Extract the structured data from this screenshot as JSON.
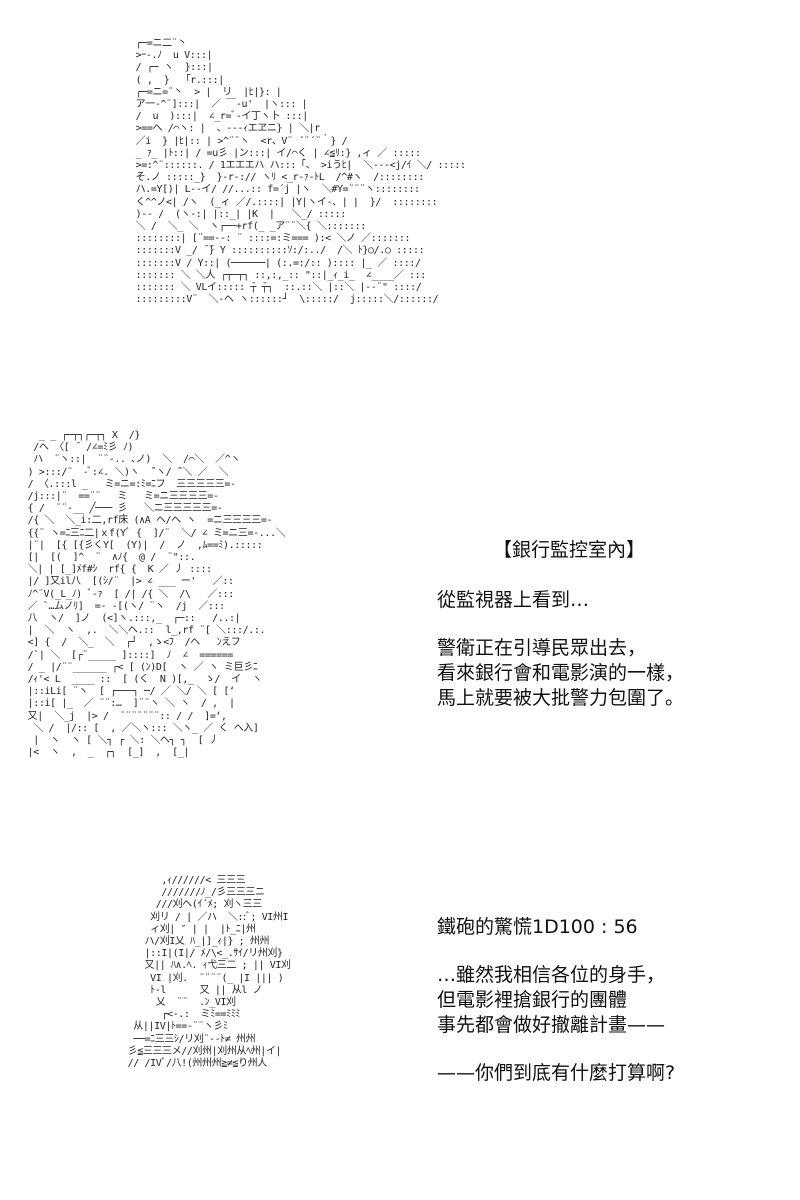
{
  "panel1": {
    "art": " ┌─=ニ二¨丶\n >ｰ-.ﾉ  u V:::|\n / ┌─ ヽ  }:::|\n ( ,  }  「r.:::|\n ┌─=ニ=¨丶  > |  リ  |ﾋ|}: |\n ア一-^¨]:::|  ／ ￣-u'  |ヽ::: |\n /  u  ):::|  ∠_r=ﾞ-イ丁ヽ卜 :::|\n >==へ /⌒ヽ: |  、---ｨエヱニ} | ＼|r\n ／i  } |ﾋ|:: | >^¨¨ヽ  <r、V¨ ´¨´¨｀} /\n _ ｧ_ |ﾄ::| / =u彡 |ン:::| イ/⌒く | ∠≦ﾘ:} ,ィ ／ :::::\n >=:^¨::::::. / 1エエエハ ハ:::「、 >iうﾋ|  ＼---<j/ｲ ＼/ :::::\n そ.ノ :::::_}  }-r-:// ヽﾘ <_r-ｧ-ﾄL  /^#ヽ  /::::::::\n ハ.=Y[)| L--イ/ //...:: f=´j |ヽ  ＼#Y=¨¨¨ヽ::::::::\n く^^ノ<| /ヽ  (_ィ ／/.::::| |Y|ヽイ-、| |  }/  ::::::::\n )-- /  (ヽ-:| |::_| |K  |   ＼_/ :::::\n ＼ /  ＼_ ＼  ヽ┌──+rf(_ _ア¨¨＼{ ＼:::::::\n ::::::::| [¨==--: ¨ ::::=:ミ=== ):< ＼ノ ／:::::::\n :::::::V _/ ̄ ̄} Y ::::::::::ｿ:/:../  /＼ ﾄ}○/.○ :::::\n :::::::V / Y::| (──────| (:.=:/:: ):::: |_ ／ ::::/\n ::::::: ＼ ＼人 ┌┬─┬┐ ::,:,_:: \"::|_ｨ_i_  ∠____／ :::\n ::::::: ＼ VLイ::::: ̄┬ ̄┬┐  ::.::＼ |::＼ |--¨\" ::::/\n :::::::::V¨  ＼-ヘ ヽ::::::┘  \\:::::/  j:::::＼/::::::/"
  },
  "panel2": {
    "art": "   _ _ ┌─┬┐┌─┬┐ X  /}\n  /ヘ 〈[ ̄  /∠=ﾐ彡 ﾉ)\n  ハ  ¨ヽ::|  ¨¨-.. ､ノ)  ＼  /⌒＼  ／^ヽ\n ) >:::/¨  -ﾞ:∠. ＼)ヽ  ̄¨ヽ/ ̄¨＼ ／  ＼\n / 〈.:::l _   ミ=ニ=:ﾐ=ﾆフ  三三三三三=-\n /j:::|¨  ==¨¨   ̄ミ   ミ=ニ三三三三=-\n { /  ¨¨-__ ╱─── 彡   ＼ニ三三三三三=-\n /{ ＼  ＼_i:二,rf床 (∧A ヘ/ヘ ヽ  =ニ三三三三=-\n {{¨ ヽ=ﾆ三ﾆ二|ｘf(Yﾞ {  ]/¨  ＼/ ∠ ミ=ニ三=-...＼\n |¨|  [{ [{彡くY[  (Y)|  /  ノ  ,ﾑ==ﾐ).:::::\n [|  [(  ]^  ¨  ∧ﾉ{  @ /  ¨\"::.\n ＼| | [_]ﾒf#ｼ  rf{ {  K ／ 丿 ::::\n |/ ]又il八  [(ｼ/¨  |> ∠ ___ ー'   ／::\n ﾉ^¨V(_L_ﾉ) ﾞ-ｧ  [ /| /{ ＼  /\\   ／:::\n ／ `…ムノﾘ]  =- -[(ヽ/ ¨ヽ  /j  ／:::\n 八  ヽ/  ]ノ  (<]ヽ.:::,_  ┌─::   /..:|\n |  ＼  ヽ  ,.  ＼＼ヘ.::  l_,rf ¨[ ＼:::/.:. \n <] {  /  ＼_  ＼  ┌┘  ,ゝ<ﾌ  /ヘ   ﾝえフ\n /`| ＼  [┌¨_____ ]::::]  ﾉ  ∠  ====== \n / _ |/¨¨______ ┌< [ (ﾝ)D[  ヽ ／ ヽ ミ巨彡ﾆ\n /ｨ'< L  ____ ::  [ (く  N )[,_  ゝ/  イ  ヽ\n |::iLi[ ¨ヽ  [ ┌───┐ ─/ ／ ＼/ ＼ [ [‘\n |::i[ |_  ／ ¨¨:…  ]¨¨ヽ ＼ ヽ  / ,  |\n 又|  ＼_j  |> /  ¨¨¨¨¨¨¨:: / /  ]=‘,\n  ＼ /  |/:: [  , ／＼ヽ::: ＼ヽ_ ／ く ヘ入]\n  |  ヽ  ヽ [ ＼┐ ┌ ＼: ＼ヘ┐ ┐  [ 丿\n |<  ヽ  ,  _  ┌┐  [_]  ,  [_|",
    "title": "【銀行監控室內】",
    "lines": [
      "從監視器上看到…",
      "",
      "警衛正在引導民眾出去，",
      "看來銀行會和電影演的一樣，",
      "馬上就要被大批警力包圍了。"
    ]
  },
  "panel3": {
    "art": "       ,ｨ//////< 三三三\n       ///////ﾉ_/彡三三三ニ\n      ///刈ヘ(ｲ´ﾒ; 刈ヽ三三\n     刈リ / | ／ハ  ＼::ﾞ; VI州I\n     ィ刈| ″ | |  |ﾄ_ﾆ|州\n    ハ/刈I乂 ﾊ_|]_ｨ|} ; 州州\n    |::I|(I|/ ﾒ/\\<_.ｻｲ/リ州刈}\n    又|| ﾊ∧.ﾍ. ｨ弋三二 ; || VI刈\n     VI |刈.  ¨¨¨¨(_ |I ||| )\n     ﾄ-l      又 || 从l ノ\n      乂  ¨¨  .ﾝ_VI刈\n       ┌<-.:  ミﾐ==ﾐﾐﾐ\n  从||IV|ﾄ==-¨¨ヽ彡ﾐ\n  ──=ﾆ三三ｼ/リ刈¨--ﾄ≠ 州州\n 彡≦三三三メ//刈州|刈州从ﾍ州|イ|\n // /IVﾞ/八!(州州州≧≠≦り州人",
    "lines": [
      "鐵砲的驚慌1D100 : 56",
      "",
      "…雖然我相信各位的身手，",
      "但電影裡搶銀行的團體",
      "事先都會做好撤離計畫——",
      "",
      "——你們到底有什麼打算啊?"
    ]
  }
}
